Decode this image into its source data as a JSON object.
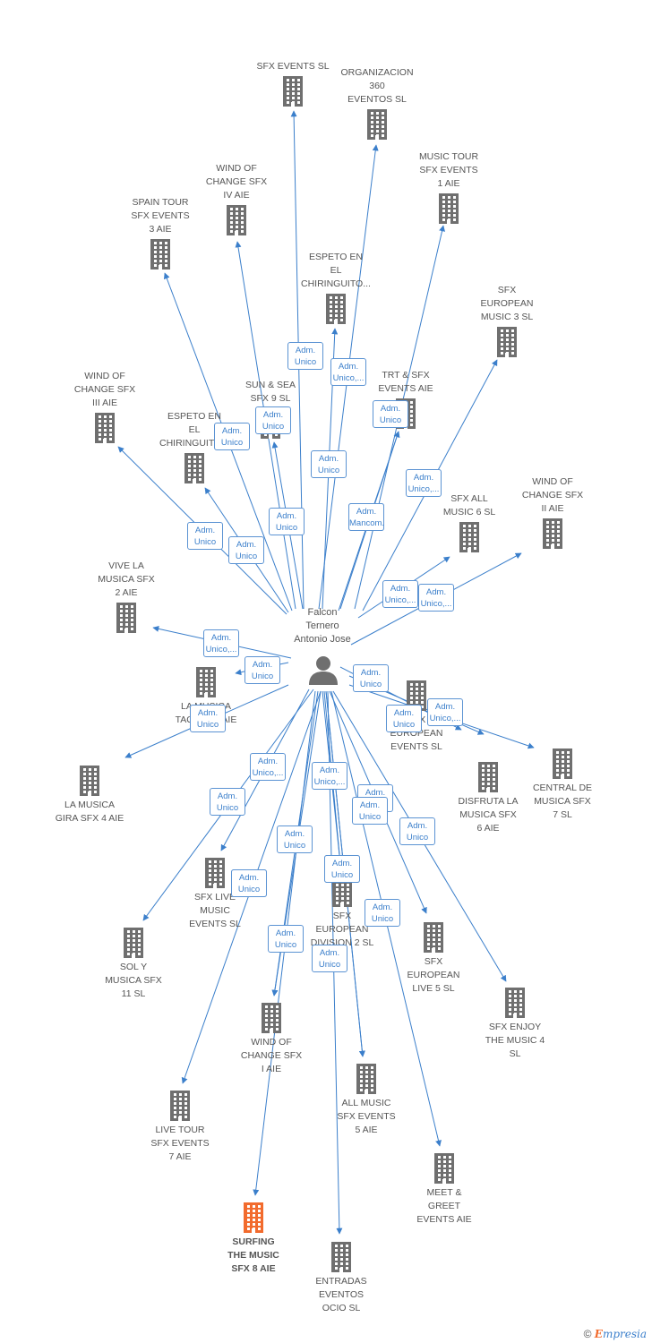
{
  "person": {
    "name": "Falcon\nTernero\nAntonio Jose"
  },
  "colors": {
    "edge": "#3b7fcb",
    "node": "#6f6f6f",
    "highlight": "#f26b2d"
  },
  "nodes": [
    {
      "id": "sfx-events",
      "label": "SFX EVENTS  SL"
    },
    {
      "id": "organizacion-360",
      "label": "ORGANIZACION\n360\nEVENTOS  SL"
    },
    {
      "id": "music-tour-1",
      "label": "MUSIC TOUR\nSFX EVENTS\n1  AIE"
    },
    {
      "id": "wind-change-iv",
      "label": "WIND OF\nCHANGE SFX\nIV AIE"
    },
    {
      "id": "spain-tour-3",
      "label": "SPAIN TOUR\nSFX EVENTS\n3  AIE"
    },
    {
      "id": "espeto-1",
      "label": "ESPETO EN\nEL\nCHIRINGUITO..."
    },
    {
      "id": "sfx-european-music-3",
      "label": "SFX\nEUROPEAN\nMUSIC 3  SL"
    },
    {
      "id": "trt-sfx",
      "label": "TRT & SFX\nEVENTS AIE"
    },
    {
      "id": "wind-change-iii",
      "label": "WIND OF\nCHANGE SFX\nIII AIE"
    },
    {
      "id": "sun-sea-9",
      "label": "SUN & SEA\nSFX 9  SL"
    },
    {
      "id": "espeto-2",
      "label": "ESPETO EN\nEL\nCHIRINGUITO..."
    },
    {
      "id": "sfx-all-music-6",
      "label": "SFX ALL\nMUSIC 6  SL"
    },
    {
      "id": "wind-change-ii",
      "label": "WIND OF\nCHANGE SFX\nII AIE"
    },
    {
      "id": "vive-musica-2",
      "label": "VIVE LA\nMUSICA SFX\n2  AIE"
    },
    {
      "id": "la-musica-taquilla",
      "label": "LA MUSICA\nTAQUILLA AIE"
    },
    {
      "id": "sfx-european-events",
      "label": "SFX\nEUROPEAN\nEVENTS  SL"
    },
    {
      "id": "disfruta-6",
      "label": "DISFRUTA LA\nMUSICA SFX\n6  AIE"
    },
    {
      "id": "central-7",
      "label": "CENTRAL DE\nMUSICA SFX\n7  SL"
    },
    {
      "id": "la-musica-gira-4",
      "label": "LA MUSICA\nGIRA SFX 4  AIE"
    },
    {
      "id": "sfx-live-music",
      "label": "SFX LIVE\nMUSIC\nEVENTS  SL"
    },
    {
      "id": "sfx-european-division-2",
      "label": "SFX\nEUROPEAN\nDIVISION 2  SL"
    },
    {
      "id": "sfx-european-live-5",
      "label": "SFX\nEUROPEAN\nLIVE 5  SL"
    },
    {
      "id": "sol-musica-11",
      "label": "SOL Y\nMUSICA SFX\n11  SL"
    },
    {
      "id": "sfx-enjoy-4",
      "label": "SFX ENJOY\nTHE MUSIC 4\nSL"
    },
    {
      "id": "wind-change-i",
      "label": "WIND OF\nCHANGE SFX\nI AIE"
    },
    {
      "id": "all-music-5",
      "label": "ALL MUSIC\nSFX EVENTS\n5  AIE"
    },
    {
      "id": "live-tour-7",
      "label": "LIVE TOUR\nSFX EVENTS\n7  AIE"
    },
    {
      "id": "meet-greet",
      "label": "MEET &\nGREET\nEVENTS AIE"
    },
    {
      "id": "surfing-8",
      "label": "SURFING\nTHE MUSIC\nSFX 8  AIE"
    },
    {
      "id": "entradas-ocio",
      "label": "ENTRADAS\nEVENTOS\nOCIO  SL"
    }
  ],
  "roles": [
    "Adm.\nUnico",
    "Adm.\nUnico,...",
    "Adm.\nUnico",
    "Adm.\nUnico",
    "Adm.\nUnico",
    "Adm.\nUnico",
    "Adm.\nUnico,...",
    "Adm.\nUnico",
    "Adm.\nUnico",
    "Adm.\nUnico",
    "Adm.\nUnico",
    "Adm.\nUnico,...",
    "Adm.\nMancom.",
    "Adm.\nUnico,...",
    "Adm.\nUnico,...",
    "Adm.\nUnico",
    "Adm.\nUnico",
    "Adm.\nUnico",
    "Adm.\nUnico,...",
    "Adm.\nUnico",
    "Adm.\nUnico,...",
    "Adm.\nUnico",
    "Adm.\nUnico",
    "Adm.\nUnico,...",
    "Adm.\nUnico",
    "Adm.\nUnico",
    "Adm.\nUnico,...",
    "Adm.\nUnico",
    "Adm.\nUnico",
    "Adm.\nUnico",
    "Adm.\nUnico",
    "Adm.\nUnico",
    "Adm.\nUnico",
    "Adm.\nUnico"
  ],
  "footer": {
    "copyright": "©",
    "brand_initial": "E",
    "brand_rest": "mpresia"
  }
}
